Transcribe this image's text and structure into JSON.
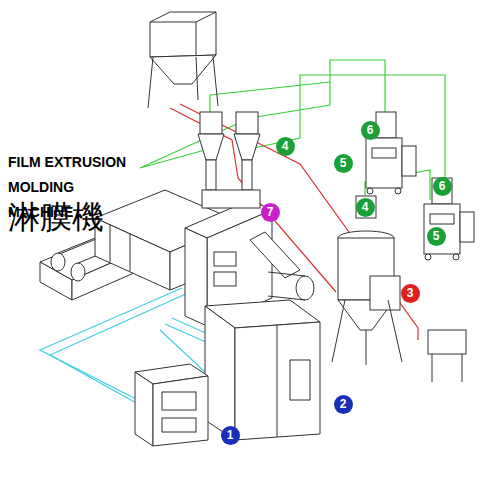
{
  "diagram": {
    "title": "FILM EXTRUSION MOLDING MACHINE",
    "labels": [
      "淋膜機",
      "6",
      "4",
      "5",
      "6",
      "4",
      "7",
      "5",
      "3",
      "2",
      "1"
    ]
  }
}
